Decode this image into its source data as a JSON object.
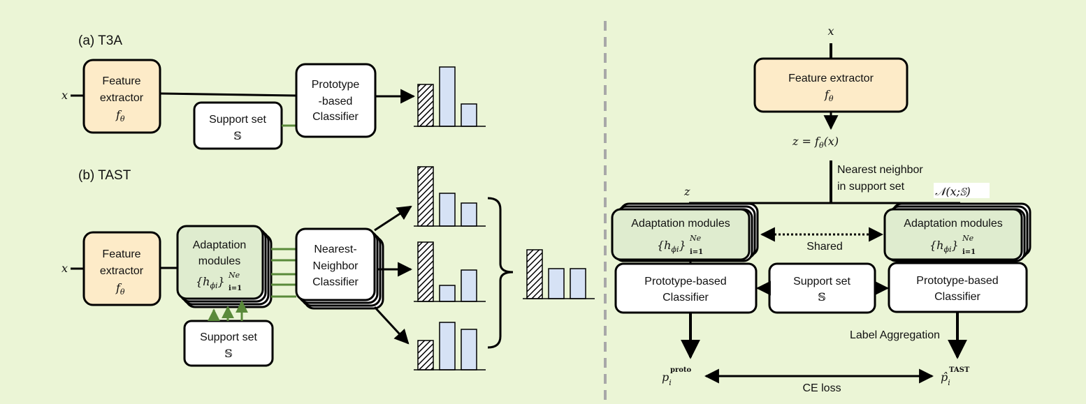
{
  "colors": {
    "background": "#ebf5d6",
    "feature_fill": "#fdebc8",
    "adapt_fill": "#dfeccf",
    "box_fill": "#ffffff",
    "bar_fill": "#d6e2f5",
    "green_link": "#5a8a3a",
    "divider": "#a8a8a8"
  },
  "panel_a": {
    "title": "(a) T3A",
    "input": "x",
    "feature": {
      "line1": "Feature",
      "line2": "extractor",
      "sym": "f",
      "sub": "θ"
    },
    "support": {
      "line1": "Support set",
      "sym": "𝕊"
    },
    "classifier": {
      "line1": "Prototype",
      "line2": "-based",
      "line3": "Classifier"
    }
  },
  "panel_b": {
    "title": "(b) TAST",
    "input": "x",
    "feature": {
      "line1": "Feature",
      "line2": "extractor",
      "sym": "f",
      "sub": "θ"
    },
    "adapt": {
      "line1": "Adaptation",
      "line2": "modules",
      "math": "{h",
      "sub": "ϕi",
      "close": "}",
      "sup": "Ne",
      "low": "i=1"
    },
    "support": {
      "line1": "Support set",
      "sym": "𝕊"
    },
    "nn": {
      "line1": "Nearest-",
      "line2": "Neighbor",
      "line3": "Classifier"
    }
  },
  "right": {
    "input": "x",
    "feature": {
      "line1": "Feature extractor",
      "sym": "f",
      "sub": "θ"
    },
    "z_eq": "z = f",
    "z_eq_sub": "θ",
    "z_eq_tail": "(x)",
    "nn_label_1": "Nearest neighbor",
    "nn_label_2": "in support set",
    "z_label": "z",
    "n_label": "𝒩(x;𝕊)",
    "adapt_left": {
      "line1": "Adaptation modules",
      "math": "{h",
      "sub": "ϕi",
      "close": "}",
      "sup": "Ne",
      "low": "i=1"
    },
    "adapt_right": {
      "line1": "Adaptation modules",
      "math": "{h",
      "sub": "ϕi",
      "close": "}",
      "sup": "Ne",
      "low": "i=1"
    },
    "shared": "Shared",
    "proto_left": {
      "line1": "Prototype-based",
      "line2": "Classifier"
    },
    "support": {
      "line1": "Support set",
      "sym": "𝕊"
    },
    "proto_right": {
      "line1": "Prototype-based",
      "line2": "Classifier"
    },
    "label_agg": "Label Aggregation",
    "p_proto": "p",
    "p_proto_sub": "i",
    "p_proto_sup": "proto",
    "p_tast": "p̂",
    "p_tast_sub": "i",
    "p_tast_sup": "TAST",
    "ce_loss": "CE loss"
  },
  "histograms": [
    {
      "id": "t3a",
      "values": [
        0.6,
        0.85,
        0.32
      ],
      "hatched": [
        true,
        false,
        false
      ]
    },
    {
      "id": "tast1",
      "values": [
        0.85,
        0.47,
        0.33
      ],
      "hatched": [
        true,
        false,
        false
      ]
    },
    {
      "id": "tast2",
      "values": [
        0.85,
        0.23,
        0.45
      ],
      "hatched": [
        true,
        false,
        false
      ]
    },
    {
      "id": "tast3",
      "values": [
        0.42,
        0.68,
        0.58
      ],
      "hatched": [
        true,
        false,
        false
      ]
    },
    {
      "id": "agg",
      "values": [
        0.7,
        0.43,
        0.43
      ],
      "hatched": [
        true,
        false,
        false
      ]
    }
  ]
}
